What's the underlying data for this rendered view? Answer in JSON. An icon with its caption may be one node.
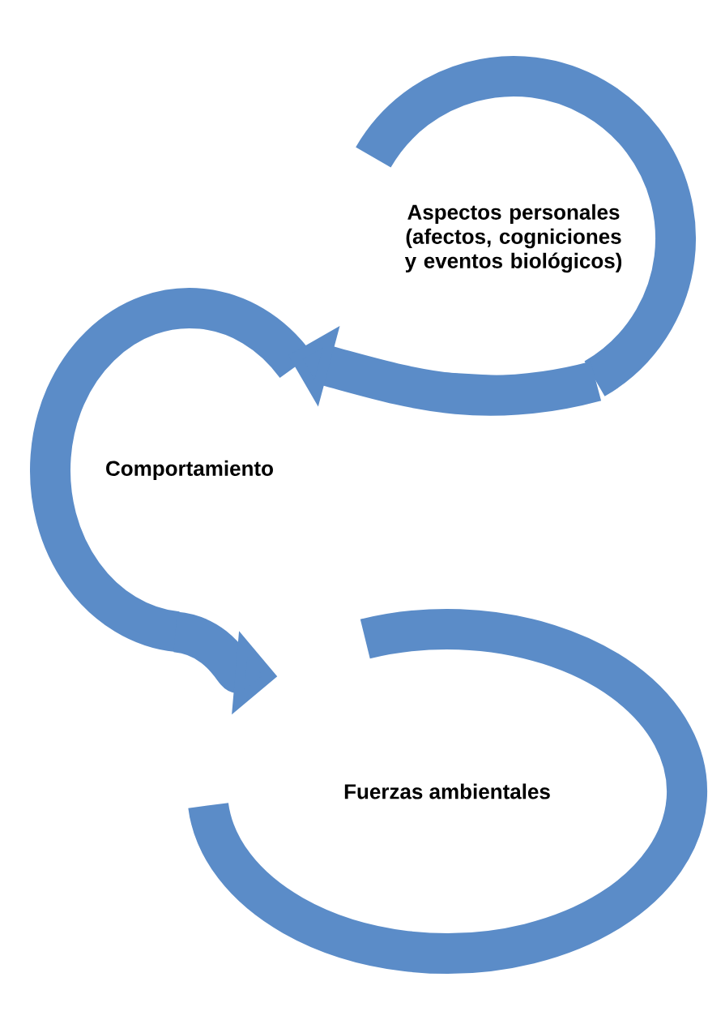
{
  "diagram": {
    "nodes": [
      {
        "text": [
          "Aspectos personales (afectos, cogniciones y eventos biológicos)"
        ]
      },
      {
        "text": [
          "Comportamiento"
        ]
      },
      {
        "text": [
          "Fuerzas ambientales"
        ]
      }
    ],
    "edges": [
      {
        "from": 0,
        "to": 1,
        "arrow": "to"
      },
      {
        "from": 1,
        "to": 2,
        "arrow": "to"
      }
    ]
  }
}
